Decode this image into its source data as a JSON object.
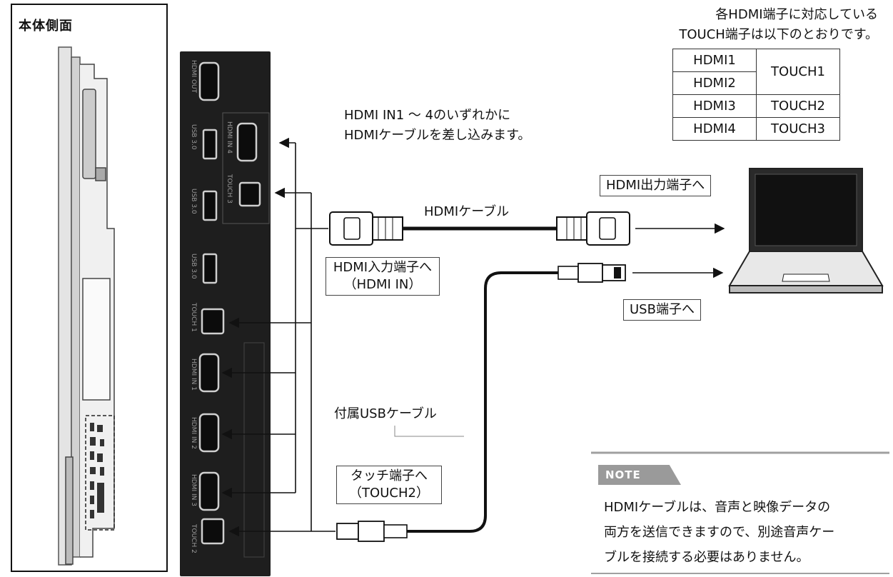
{
  "side": {
    "title": "本体側面"
  },
  "panel": {
    "port_labels": [
      "HDMI OUT",
      "USB 3.0",
      "HDMI IN 4",
      "USB 3.0",
      "TOUCH 3",
      "USB 3.0",
      "TOUCH 1",
      "HDMI IN 1",
      "HDMI IN 2",
      "HDMI IN 3",
      "TOUCH 2"
    ]
  },
  "instruction": {
    "line1": "HDMI IN1 ～ 4のいずれかに",
    "line2": "HDMIケーブルを差し込みます。"
  },
  "mapping": {
    "heading_line1": "各HDMI端子に対応している",
    "heading_line2": "TOUCH端子は以下のとおりです。",
    "rows": [
      {
        "hdmi": "HDMI1",
        "touch": "TOUCH1"
      },
      {
        "hdmi": "HDMI2",
        "touch": ""
      },
      {
        "hdmi": "HDMI3",
        "touch": "TOUCH2"
      },
      {
        "hdmi": "HDMI4",
        "touch": "TOUCH3"
      }
    ]
  },
  "labels": {
    "hdmi_cable": "HDMIケーブル",
    "hdmi_out_port": "HDMI出力端子へ",
    "hdmi_in_port_line1": "HDMI入力端子へ",
    "hdmi_in_port_line2": "（HDMI IN）",
    "usb_port": "USB端子へ",
    "usb_cable": "付属USBケーブル",
    "touch_port_line1": "タッチ端子へ",
    "touch_port_line2": "（TOUCH2）"
  },
  "note": {
    "tag": "NOTE",
    "line1": "HDMIケーブルは、音声と映像データの",
    "line2": "両方を送信できますので、別途音声ケー",
    "line3": "ブルを接続する必要はありません。"
  },
  "colors": {
    "panel": "#1e1e1e",
    "note_tag": "#9a9a9a",
    "line": "#111111"
  }
}
